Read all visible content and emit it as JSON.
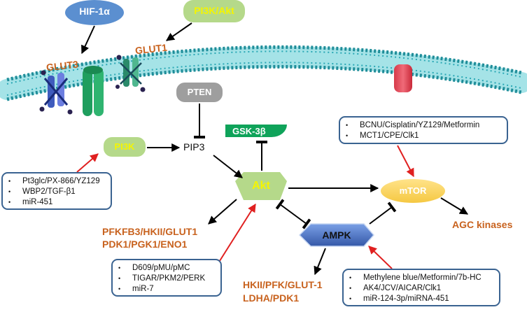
{
  "nodes": {
    "hif1a": "HIF-1α",
    "pi3k_akt": "PI3K/Akt",
    "glut3": "GLUT3",
    "glut1": "GLUT1",
    "pten": "PTEN",
    "pi3k": "PI3K",
    "pip3": "PIP3",
    "gsk3b": "GSK-3β",
    "akt": "Akt",
    "mtor": "mTOR",
    "ampk": "AMPK",
    "agc": "AGC kinases"
  },
  "targets": {
    "akt_line1": "PFKFB3/HKII/GLUT1",
    "akt_line2": "PDK1/PGK1/ENO1",
    "ampk_line1": "HKII/PFK/GLUT-1",
    "ampk_line2": "LDHA/PDK1"
  },
  "boxes": {
    "pi3k_inhibitors": [
      "Pt3glc/PX-866/YZ129",
      "WBP2/TGF-β1",
      "miR-451"
    ],
    "akt_inhibitors": [
      "D609/pMU/pMC",
      "TIGAR/PKM2/PERK",
      "miR-7"
    ],
    "mtor_inhibitors": [
      "BCNU/Cisplatin/YZ129/Metformin",
      "MCT1/CPE/Clk1"
    ],
    "ampk_modulators": [
      "Methylene blue/Metformin/7b-HC",
      "AK4/JCV/AICAR/Clk1",
      "miR-124-3p/miRNA-451"
    ]
  },
  "colors": {
    "ellipse_blue": "#5b8fd0",
    "green_light": "#b5d98a",
    "green_dark": "#1f9e5e",
    "membrane": "#8fdbe0",
    "orange_text": "#c8621e",
    "yellow_text": "#f5f500",
    "mtor_fill": "#ffd966",
    "ampk_fill": "#4a72c8",
    "box_border": "#3a6391",
    "arrow_red": "#e02020"
  }
}
